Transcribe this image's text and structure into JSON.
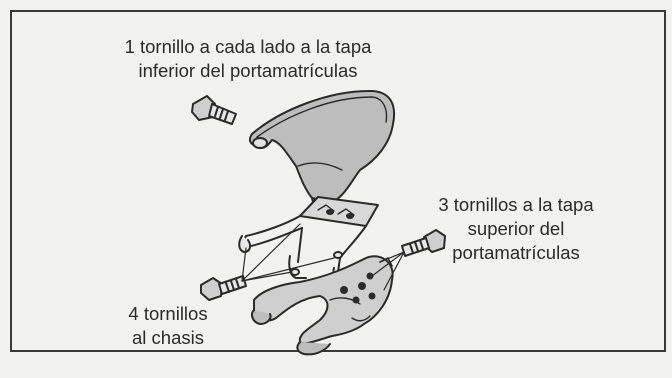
{
  "labels": {
    "top": [
      "1 tornillo a cada lado a la tapa",
      "inferior del portamatrículas"
    ],
    "right": [
      "3 tornillos a la tapa",
      "superior del",
      "portamatrículas"
    ],
    "left": [
      "4 tornillos",
      "al chasis"
    ]
  },
  "colors": {
    "ink": "#2b2b2b",
    "background": "#f2f2f0",
    "part_shade": "#bdbdbd"
  }
}
